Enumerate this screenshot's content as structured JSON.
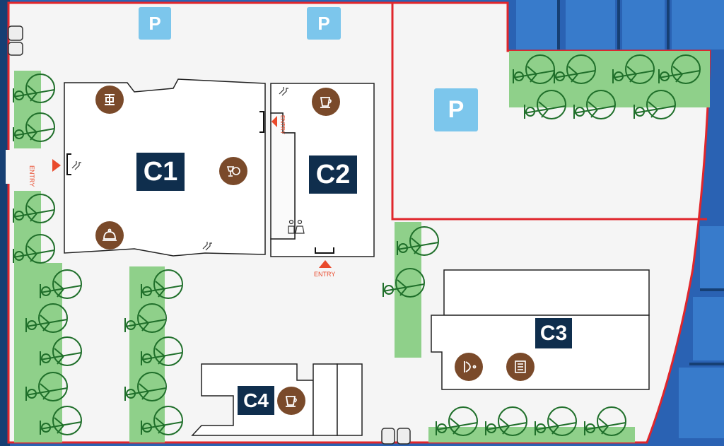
{
  "map": {
    "buildings": [
      {
        "id": "c1",
        "label": "C1"
      },
      {
        "id": "c2",
        "label": "C2"
      },
      {
        "id": "c3",
        "label": "C3"
      },
      {
        "id": "c4",
        "label": "C4"
      }
    ],
    "parking_label": "P",
    "entry_label": "ENTRY",
    "colors": {
      "boundary": "#e0262c",
      "ground": "#f5f5f5",
      "green": "#8fd08a",
      "tree": "#1f6f2a",
      "label_bg": "#0f2e4d",
      "parking_bg": "#7cc6ec",
      "poi_bg": "#7a4a2a",
      "entry": "#e94a2c"
    },
    "icons": {
      "gym": "dumbbell-icon",
      "cafe": "coffee-cup-icon",
      "restaurant": "cloche-icon",
      "bar": "drinks-icon",
      "restrooms": "restroom-icon",
      "stairs": "stairs-icon",
      "car": "car-icon"
    }
  }
}
